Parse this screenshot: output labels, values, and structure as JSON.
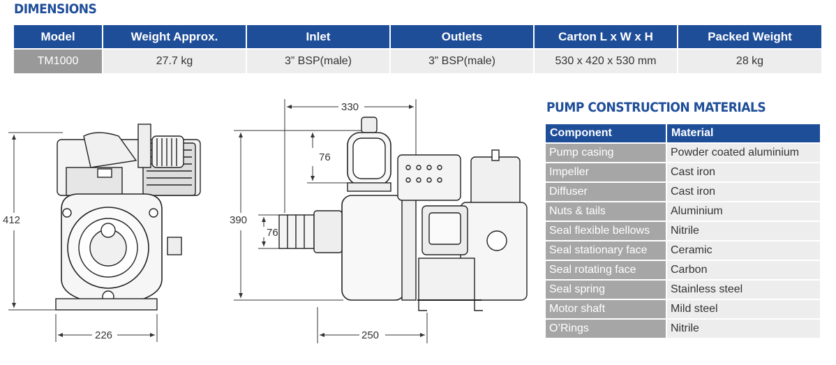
{
  "dimensions": {
    "title": "DIMENSIONS",
    "headers": [
      "Model",
      "Weight Approx.",
      "Inlet",
      "Outlets",
      "Carton L x W x H",
      "Packed Weight"
    ],
    "row": [
      "TM1000",
      "27.7 kg",
      "3” BSP(male)",
      "3” BSP(male)",
      "530 x 420 x 530 mm",
      "28 kg"
    ]
  },
  "materials": {
    "title": "PUMP CONSTRUCTION MATERIALS",
    "headers": [
      "Component",
      "Material"
    ],
    "rows": [
      [
        "Pump casing",
        "Powder coated aluminium"
      ],
      [
        "Impeller",
        "Cast iron"
      ],
      [
        "Diffuser",
        "Cast iron"
      ],
      [
        "Nuts & tails",
        "Aluminium"
      ],
      [
        "Seal flexible bellows",
        "Nitrile"
      ],
      [
        "Seal stationary face",
        "Ceramic"
      ],
      [
        "Seal rotating face",
        "Carbon"
      ],
      [
        "Seal spring",
        "Stainless steel"
      ],
      [
        "Motor shaft",
        "Mild steel"
      ],
      [
        "O’Rings",
        "Nitrile"
      ]
    ]
  },
  "drawing": {
    "front_height": "412",
    "front_width": "226",
    "side_length": "330",
    "side_height": "390",
    "outlet_offset": "76",
    "inlet_height": "76",
    "base_length": "250"
  },
  "colors": {
    "header_blue": "#1f4e99",
    "row_grey": "#ededed",
    "label_grey": "#a6a6a6"
  }
}
